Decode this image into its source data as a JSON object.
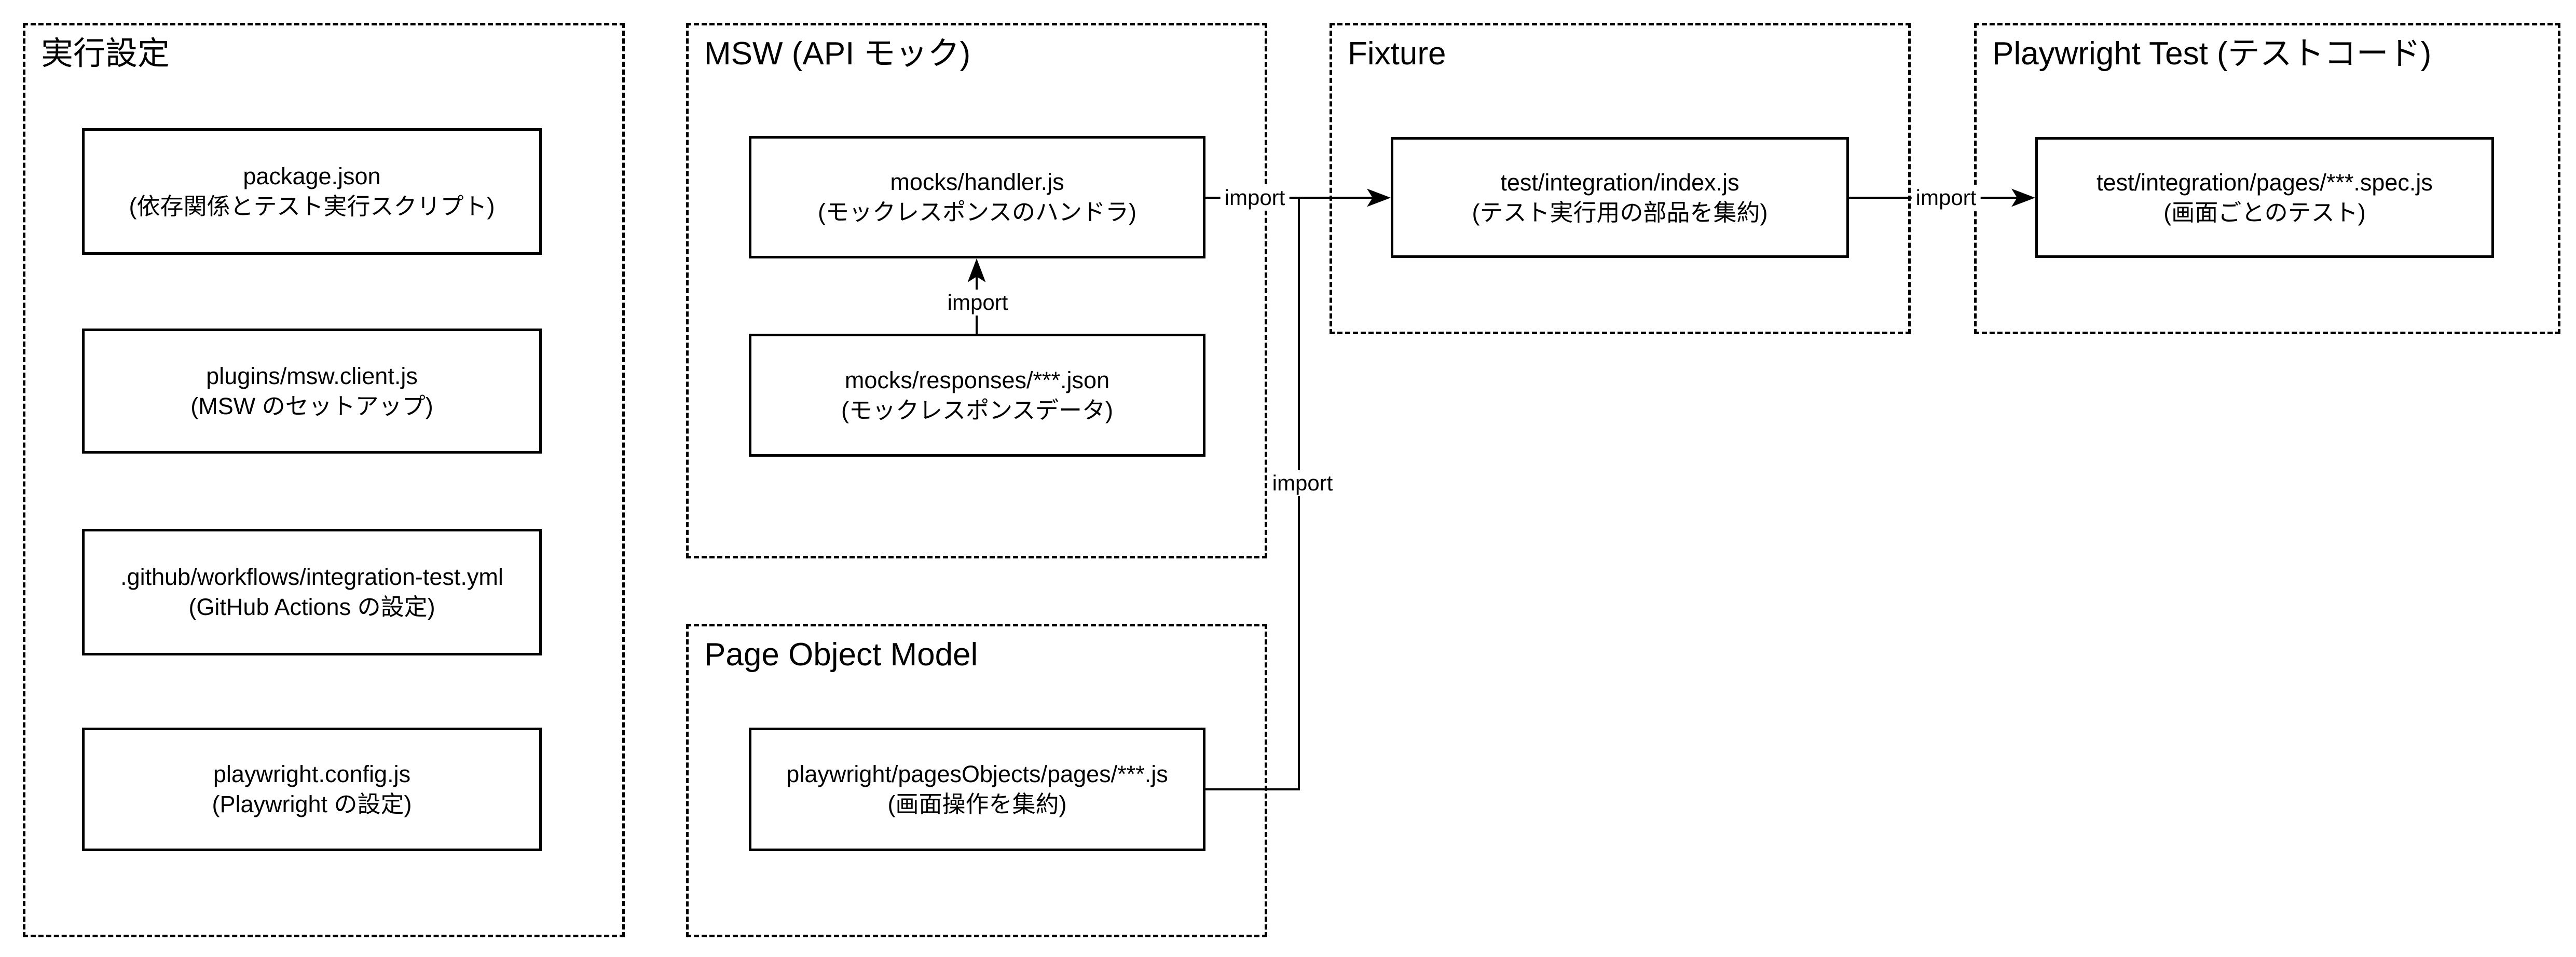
{
  "diagram": {
    "background": "#ffffff",
    "stroke_color": "#000000",
    "groups": {
      "exec_settings": {
        "title": "実行設定"
      },
      "msw": {
        "title": "MSW (API モック)"
      },
      "fixture": {
        "title": "Fixture"
      },
      "playwright_test": {
        "title": "Playwright Test (テストコード)"
      },
      "page_object_model": {
        "title": "Page Object Model"
      }
    },
    "nodes": {
      "package_json": {
        "line1": "package.json",
        "line2": "(依存関係とテスト実行スクリプト)"
      },
      "msw_client": {
        "line1": "plugins/msw.client.js",
        "line2": "(MSW のセットアップ)"
      },
      "github_workflow": {
        "line1": ".github/workflows/integration-test.yml",
        "line2": "(GitHub Actions の設定)"
      },
      "playwright_config": {
        "line1": "playwright.config.js",
        "line2": "(Playwright の設定)"
      },
      "mocks_handler": {
        "line1": "mocks/handler.js",
        "line2": "(モックレスポンスのハンドラ)"
      },
      "mocks_responses": {
        "line1": "mocks/responses/***.json",
        "line2": "(モックレスポンスデータ)"
      },
      "integration_index": {
        "line1": "test/integration/index.js",
        "line2": "(テスト実行用の部品を集約)"
      },
      "integration_spec": {
        "line1": "test/integration/pages/***.spec.js",
        "line2": "(画面ごとのテスト)"
      },
      "page_objects": {
        "line1": "playwright/pagesObjects/pages/***.js",
        "line2": "(画面操作を集約)"
      }
    },
    "edges": {
      "handler_to_index": {
        "label": "import"
      },
      "responses_to_handler": {
        "label": "import"
      },
      "page_objects_to_index": {
        "label": "import"
      },
      "index_to_spec": {
        "label": "import"
      }
    }
  }
}
